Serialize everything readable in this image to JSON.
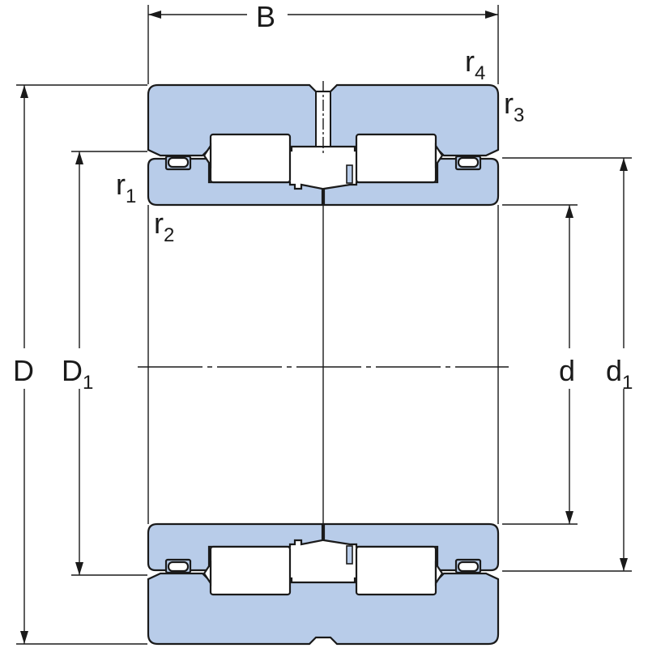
{
  "title": "Double row cylindrical roller bearing cross-section",
  "labels": {
    "B": "B",
    "D": "D",
    "D1": "D",
    "D1_sub": "1",
    "d": "d",
    "d1": "d",
    "d1_sub": "1",
    "r1": "r",
    "r1_sub": "1",
    "r2": "r",
    "r2_sub": "2",
    "r3": "r",
    "r3_sub": "3",
    "r4": "r",
    "r4_sub": "4"
  },
  "colors": {
    "ring_fill": "#b8cce9",
    "line": "#1a1a1a"
  }
}
